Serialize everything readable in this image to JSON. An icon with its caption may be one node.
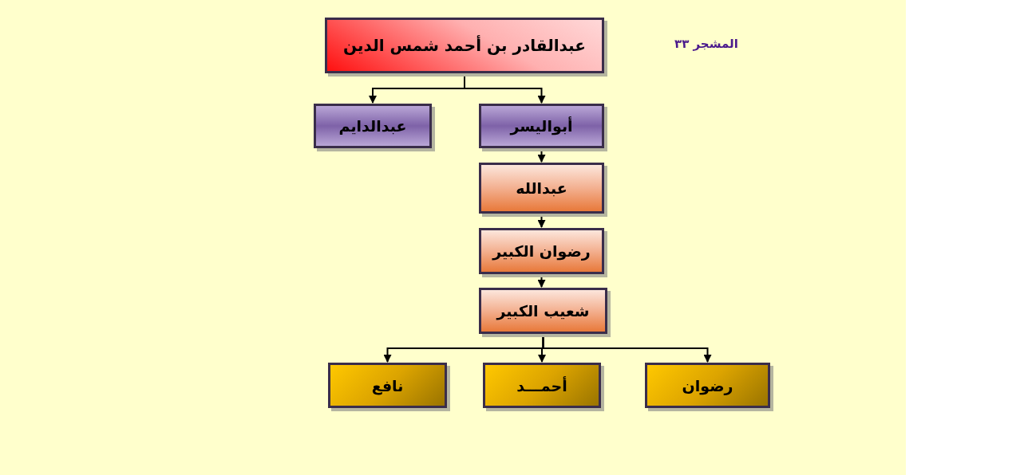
{
  "diagram": {
    "title": "المشجر ٣٣",
    "nodes": [
      {
        "text": [
          "عبدالقادر بن أحمد شمس الدين"
        ]
      },
      {
        "text": [
          "أبواليسر"
        ]
      },
      {
        "text": [
          "عبدالدايم"
        ]
      },
      {
        "text": [
          "عبدالله"
        ]
      },
      {
        "text": [
          "رضوان الكبير"
        ]
      },
      {
        "text": [
          "شعيب الكبير"
        ]
      },
      {
        "text": [
          "رضوان"
        ]
      },
      {
        "text": [
          "أحمـــد"
        ]
      },
      {
        "text": [
          "نافع"
        ]
      }
    ],
    "edges": [
      {
        "from": 0,
        "to": 1,
        "arrow": "to"
      },
      {
        "from": 0,
        "to": 2,
        "arrow": "to"
      },
      {
        "from": 1,
        "to": 3,
        "arrow": "to"
      },
      {
        "from": 3,
        "to": 4,
        "arrow": "to"
      },
      {
        "from": 4,
        "to": 5,
        "arrow": "to"
      },
      {
        "from": 5,
        "to": 6,
        "arrow": "to"
      },
      {
        "from": 5,
        "to": 7,
        "arrow": "to"
      },
      {
        "from": 5,
        "to": 8,
        "arrow": "to"
      }
    ]
  }
}
